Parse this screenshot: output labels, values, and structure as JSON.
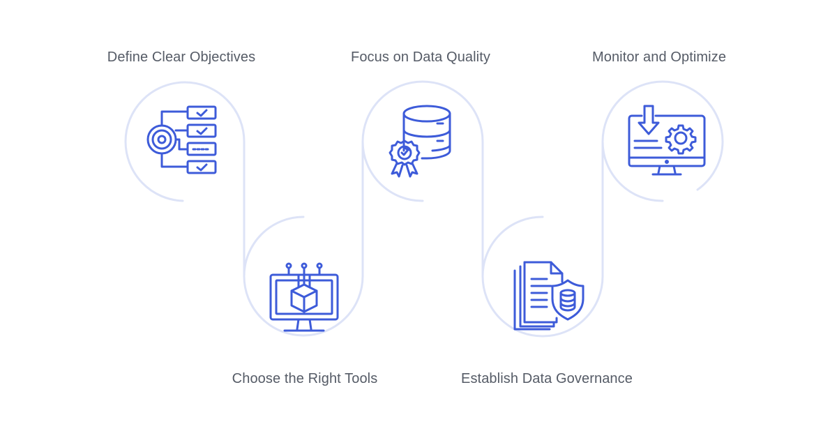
{
  "steps": [
    {
      "label": "Define Clear Objectives",
      "icon": "objectives-checklist-icon"
    },
    {
      "label": "Choose the Right Tools",
      "icon": "computer-cube-icon"
    },
    {
      "label": "Focus on Data Quality",
      "icon": "database-badge-icon"
    },
    {
      "label": "Establish Data Governance",
      "icon": "document-shield-icon"
    },
    {
      "label": "Monitor and Optimize",
      "icon": "monitor-gear-icon"
    }
  ],
  "colors": {
    "icon": "#3d5bd9",
    "connector": "#dde3f7",
    "text": "#555b66",
    "background": "#ffffff"
  }
}
